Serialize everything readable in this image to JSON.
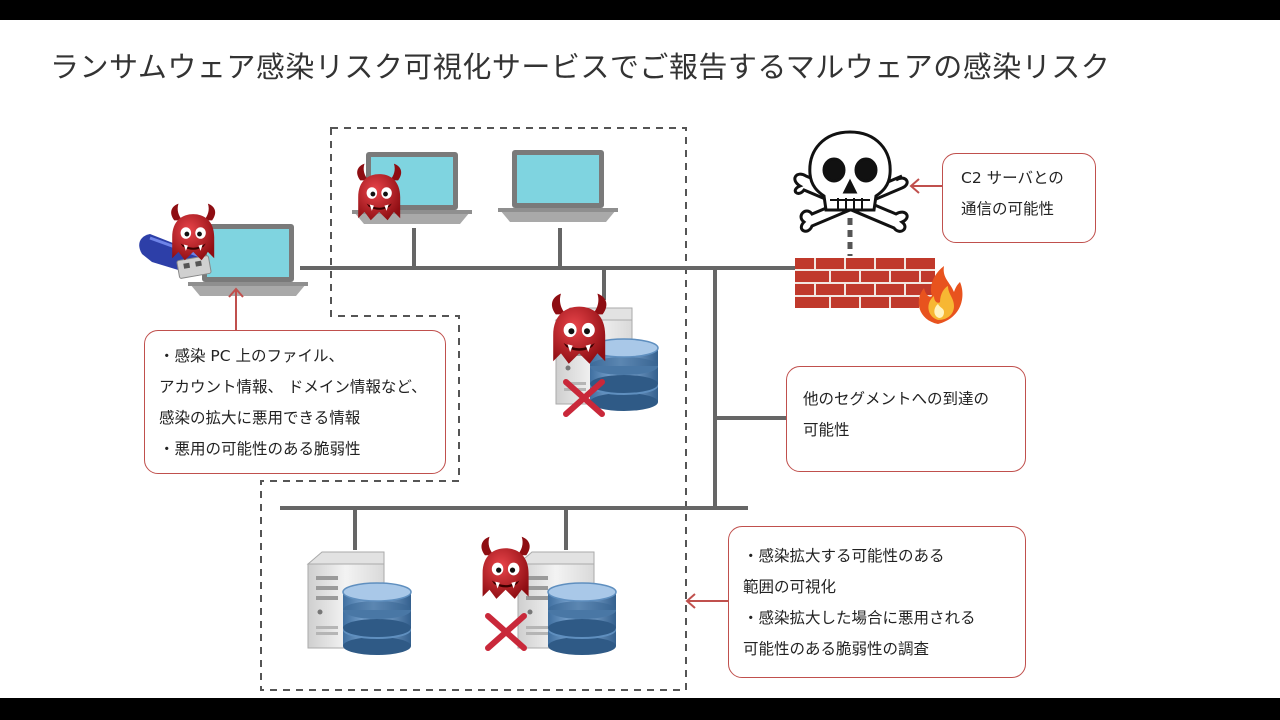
{
  "title": "ランサムウェア感染リスク可視化サービスでご報告するマルウェアの感染リスク",
  "callouts": {
    "c2": {
      "lines": [
        "C2 サーバとの",
        "通信の可能性"
      ]
    },
    "segment": {
      "lines": [
        "他のセグメントへの到達の",
        "可能性"
      ]
    },
    "pc_info": {
      "lines": [
        "・感染 PC 上のファイル、",
        "アカウント情報、 ドメイン情報など、",
        "感染の拡大に悪用できる情報",
        "・悪用の可能性のある脆弱性"
      ]
    },
    "spread": {
      "lines": [
        "・感染拡大する可能性のある",
        "範囲の可視化",
        "・感染拡大した場合に悪用される",
        "可能性のある脆弱性の調査"
      ]
    }
  },
  "colors": {
    "accent": "#c0504d",
    "network_line": "#666666",
    "malware": "#c0151b",
    "firewall": "#c0392b",
    "screen": "#7fd4e0"
  },
  "icons": [
    "usb-drive-icon",
    "malware-devil-icon",
    "laptop-icon",
    "server-icon",
    "database-icon",
    "x-mark-icon",
    "skull-crossbones-icon",
    "firewall-icon",
    "fire-icon",
    "arrow-icon"
  ]
}
